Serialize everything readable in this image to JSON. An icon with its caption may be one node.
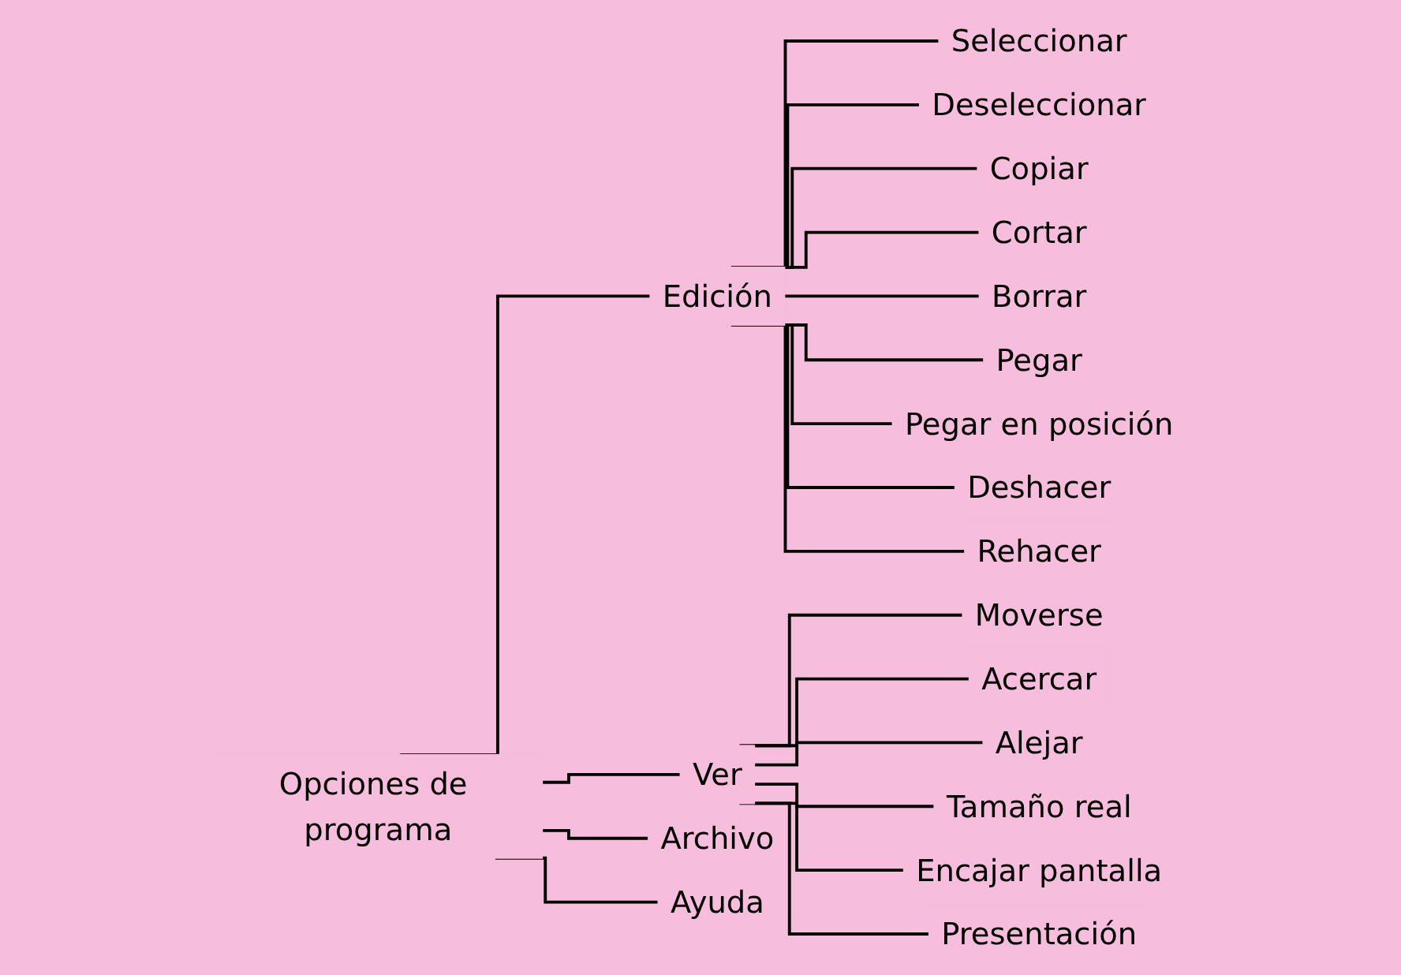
{
  "diagram": {
    "nodes": [
      {
        "text": [
          "Opciones de programa"
        ]
      },
      {
        "text": [
          "Edición"
        ]
      },
      {
        "text": [
          "Ver"
        ]
      },
      {
        "text": [
          "Archivo"
        ]
      },
      {
        "text": [
          "Ayuda"
        ]
      },
      {
        "text": [
          "Seleccionar"
        ]
      },
      {
        "text": [
          "Deseleccionar"
        ]
      },
      {
        "text": [
          "Copiar"
        ]
      },
      {
        "text": [
          "Cortar"
        ]
      },
      {
        "text": [
          "Borrar"
        ]
      },
      {
        "text": [
          "Pegar"
        ]
      },
      {
        "text": [
          "Pegar en posición"
        ]
      },
      {
        "text": [
          "Deshacer"
        ]
      },
      {
        "text": [
          "Rehacer"
        ]
      },
      {
        "text": [
          "Moverse"
        ]
      },
      {
        "text": [
          "Acercar"
        ]
      },
      {
        "text": [
          "Alejar"
        ]
      },
      {
        "text": [
          "Tamaño real"
        ]
      },
      {
        "text": [
          "Encajar pantalla"
        ]
      },
      {
        "text": [
          "Presentación"
        ]
      }
    ],
    "edges": [
      {
        "from": 0,
        "to": 1,
        "arrow": "none"
      },
      {
        "from": 0,
        "to": 2,
        "arrow": "none"
      },
      {
        "from": 0,
        "to": 3,
        "arrow": "none"
      },
      {
        "from": 0,
        "to": 4,
        "arrow": "none"
      },
      {
        "from": 1,
        "to": 5,
        "arrow": "none"
      },
      {
        "from": 1,
        "to": 6,
        "arrow": "none"
      },
      {
        "from": 1,
        "to": 7,
        "arrow": "none"
      },
      {
        "from": 1,
        "to": 8,
        "arrow": "none"
      },
      {
        "from": 1,
        "to": 9,
        "arrow": "none"
      },
      {
        "from": 1,
        "to": 10,
        "arrow": "none"
      },
      {
        "from": 1,
        "to": 11,
        "arrow": "none"
      },
      {
        "from": 1,
        "to": 12,
        "arrow": "none"
      },
      {
        "from": 1,
        "to": 13,
        "arrow": "none"
      },
      {
        "from": 2,
        "to": 14,
        "arrow": "none"
      },
      {
        "from": 2,
        "to": 15,
        "arrow": "none"
      },
      {
        "from": 2,
        "to": 16,
        "arrow": "none"
      },
      {
        "from": 2,
        "to": 17,
        "arrow": "none"
      },
      {
        "from": 2,
        "to": 18,
        "arrow": "none"
      },
      {
        "from": 2,
        "to": 19,
        "arrow": "none"
      }
    ]
  }
}
